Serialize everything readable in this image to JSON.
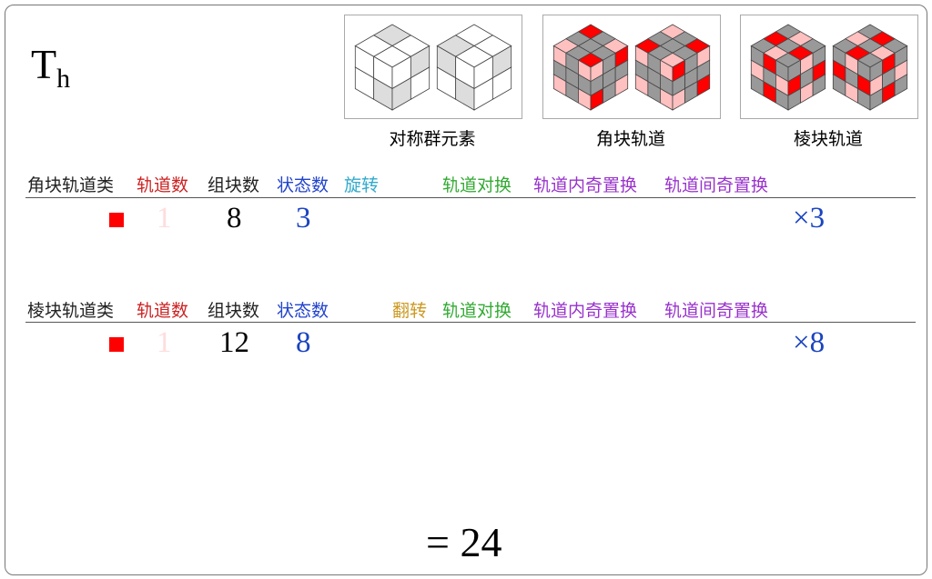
{
  "title": {
    "main": "T",
    "sub": "h"
  },
  "images": [
    {
      "caption": "对称群元素",
      "kind": "symmetry"
    },
    {
      "caption": "角块轨道",
      "kind": "corner"
    },
    {
      "caption": "棱块轨道",
      "kind": "edge"
    }
  ],
  "colors": {
    "red": "#ff0000",
    "pink": "#ffc0c0",
    "gray": "#999999",
    "orbit_count": "#cc2222",
    "state_count": "#2244cc",
    "rotate": "#33aacc",
    "flip": "#cc9922",
    "swap": "#33aa33",
    "odd": "#9933cc",
    "one": "#ffdddd"
  },
  "rows": [
    {
      "headers": {
        "class": "角块轨道类",
        "orbits": "轨道数",
        "pieces": "组块数",
        "states": "状态数",
        "twist": "旋转",
        "swap": "轨道对换",
        "odd_in": "轨道内奇置换",
        "odd_between": "轨道间奇置换"
      },
      "values": {
        "orbits": "1",
        "pieces": "8",
        "states": "3",
        "multiplier": "×3"
      }
    },
    {
      "headers": {
        "class": "棱块轨道类",
        "orbits": "轨道数",
        "pieces": "组块数",
        "states": "状态数",
        "twist": "翻转",
        "swap": "轨道对换",
        "odd_in": "轨道内奇置换",
        "odd_between": "轨道间奇置换"
      },
      "values": {
        "orbits": "1",
        "pieces": "12",
        "states": "8",
        "multiplier": "×8"
      }
    }
  ],
  "total": "= 24"
}
